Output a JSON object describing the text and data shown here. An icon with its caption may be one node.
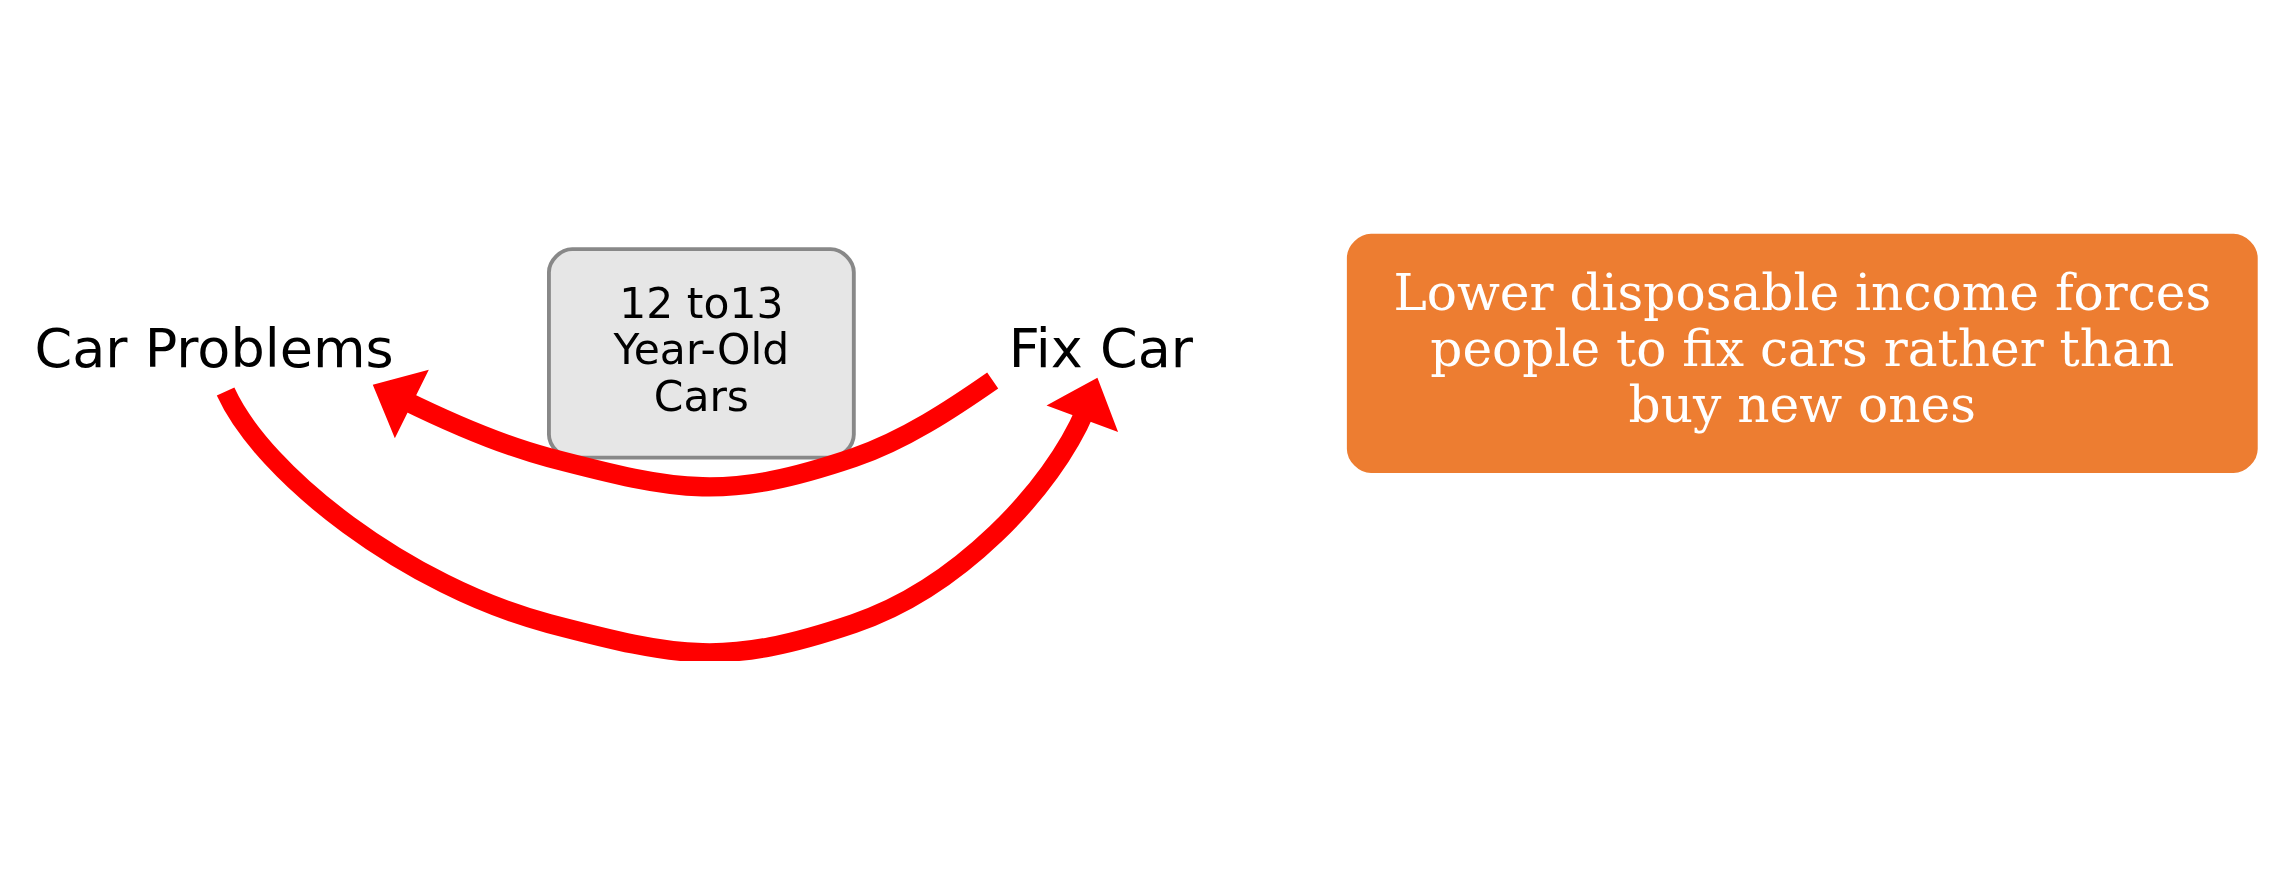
{
  "diagram": {
    "nodes": [
      {
        "text": [
          "Car Problems"
        ]
      },
      {
        "text": [
          "12 to13 Year-Old Cars"
        ]
      },
      {
        "text": [
          "Fix Car"
        ]
      },
      {
        "text": [
          "Lower disposable income forces people to fix cars rather than buy new ones"
        ]
      }
    ],
    "edges": [
      {
        "from": 0,
        "to": 2,
        "arrow": "to",
        "color": "#ff0000"
      },
      {
        "from": 2,
        "to": 0,
        "arrow": "to",
        "color": "#ff0000"
      }
    ]
  }
}
